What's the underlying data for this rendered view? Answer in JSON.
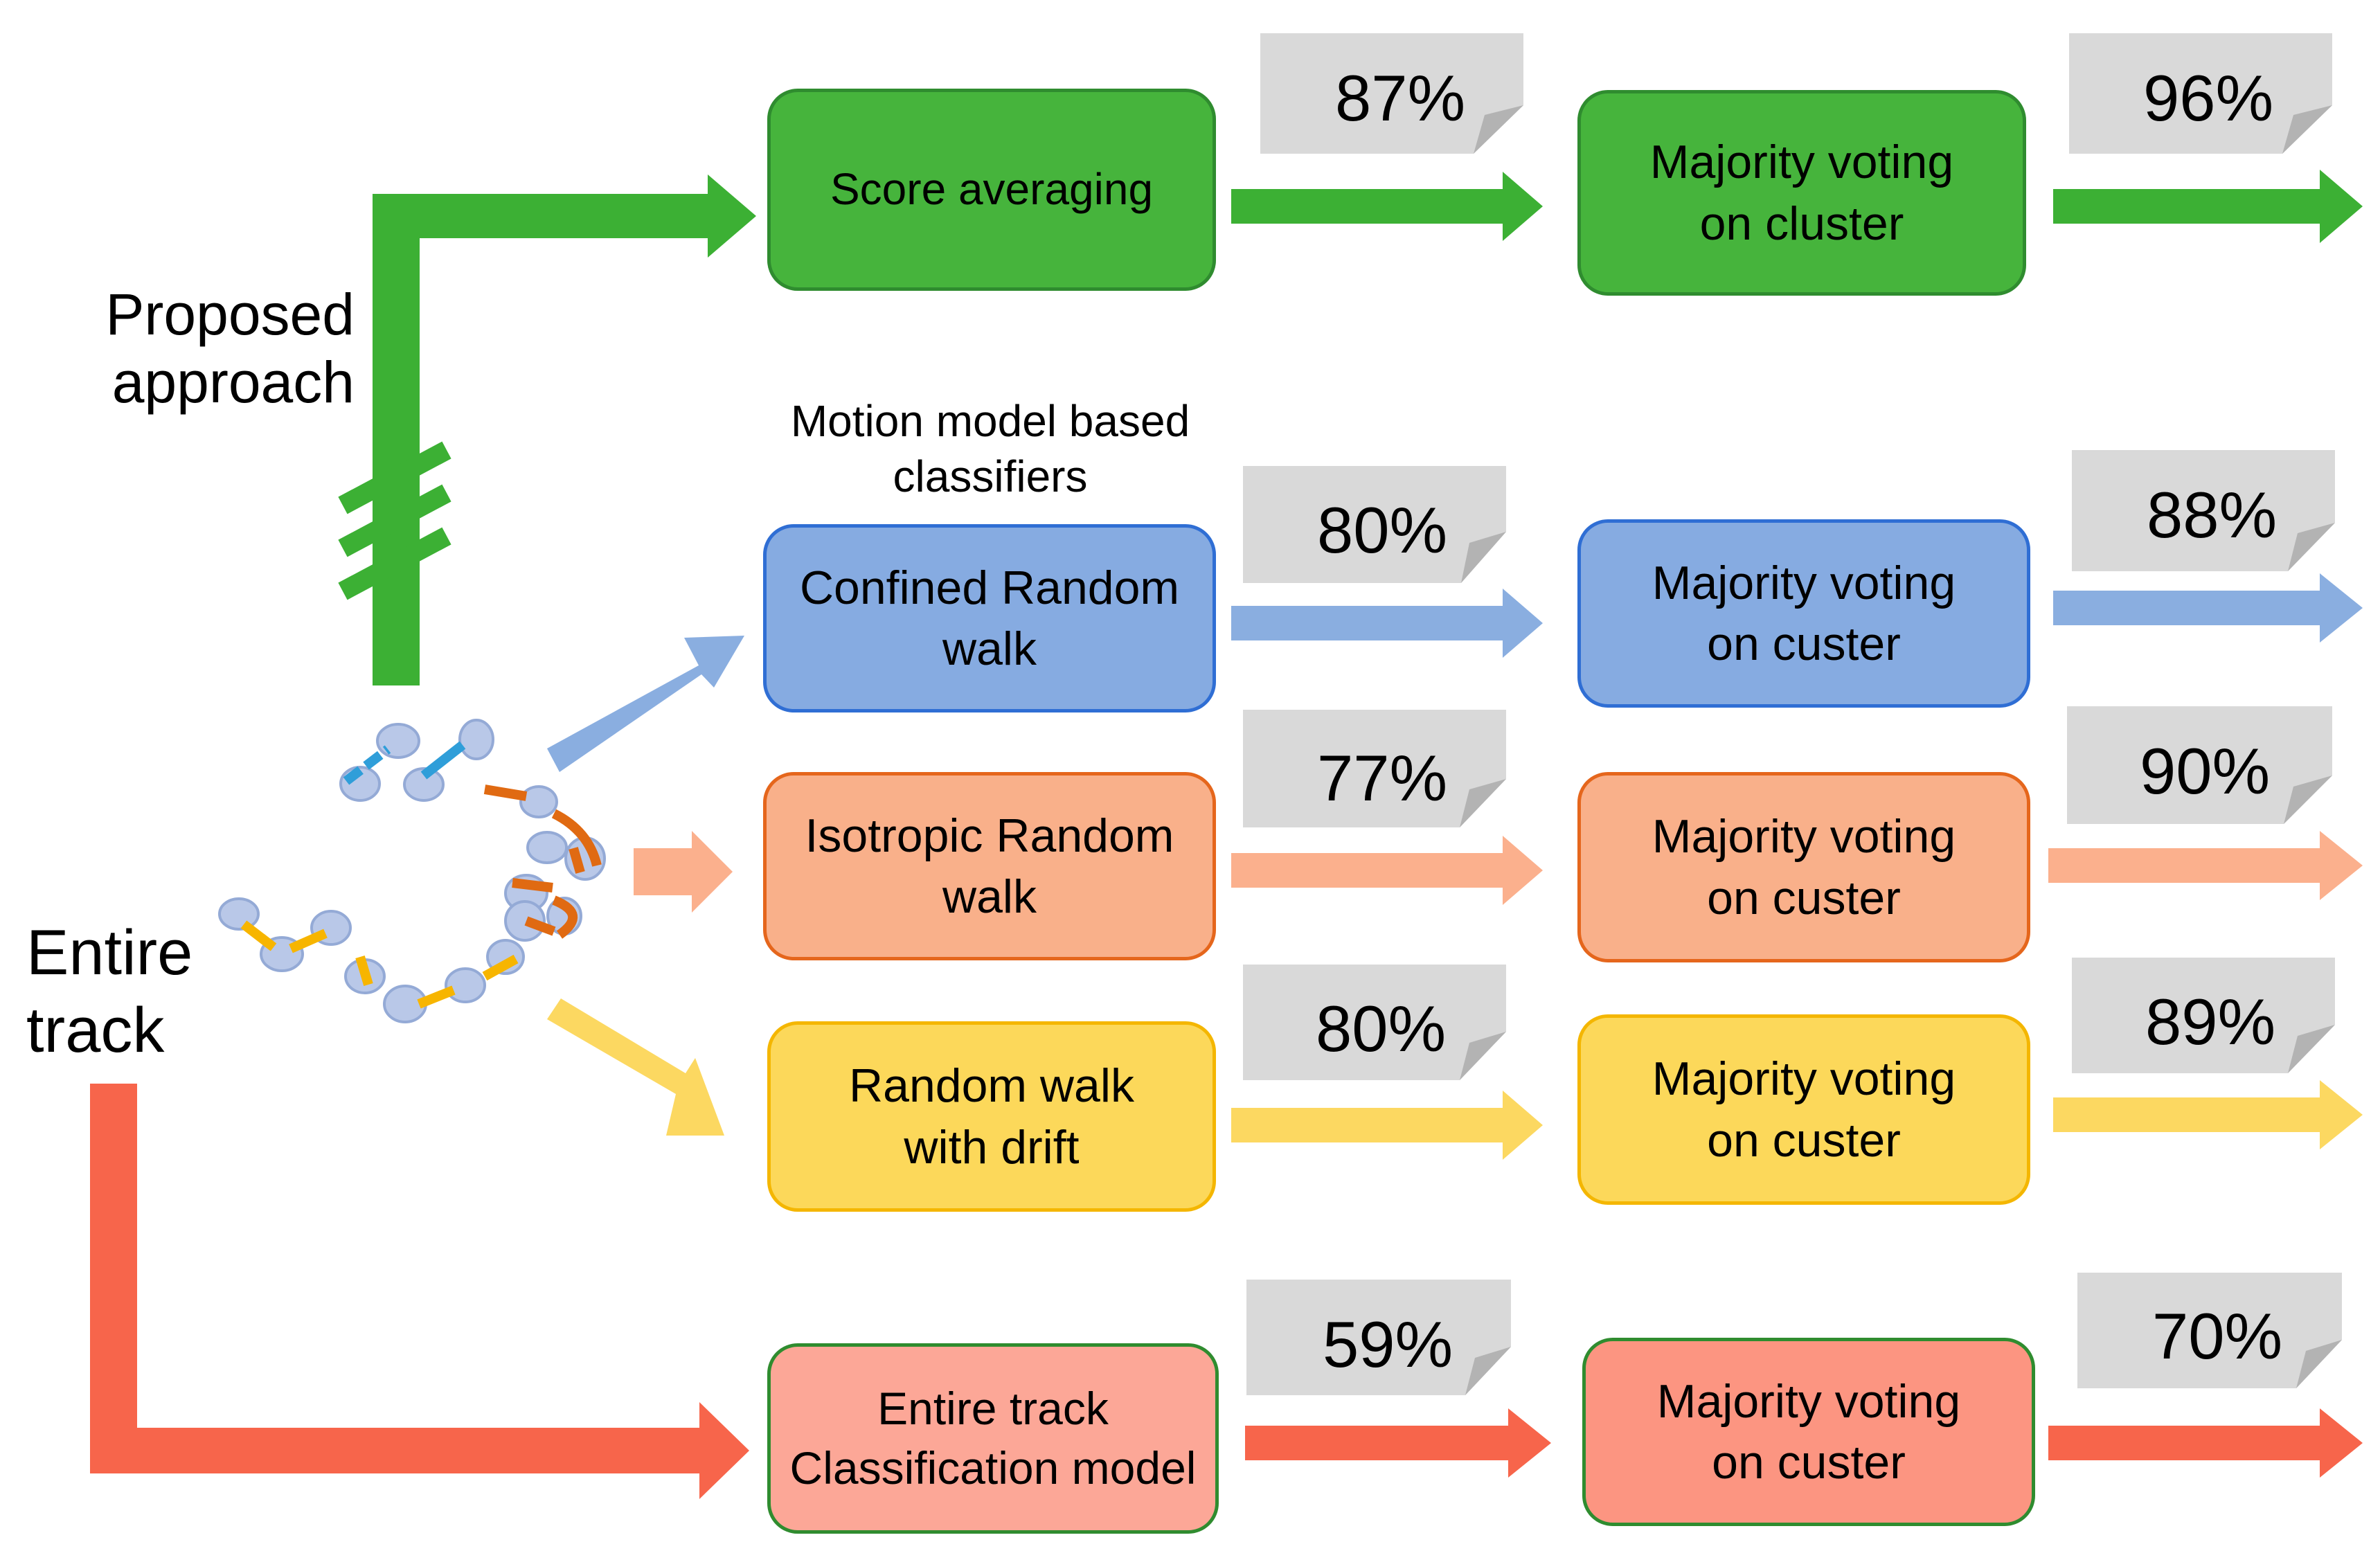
{
  "labels": {
    "proposed": "Proposed\napproach",
    "entire_track": "Entire\ntrack",
    "motion_models": "Motion model based\nclassifiers"
  },
  "colors": {
    "green": "#3cb034",
    "green_fill": "#46b43c",
    "blue": "#8aaee0",
    "blue_fill": "#86abe1",
    "blue_border": "#2f6ed4",
    "orange": "#fbb08d",
    "orange_fill": "#f9b08a",
    "orange_border": "#e5661c",
    "yellow": "#fcd861",
    "yellow_fill": "#fcd85a",
    "yellow_border": "#f4b600",
    "red": "#f7654b",
    "pink_fill": "#fca797",
    "red_fill": "#fc9581",
    "dark_green_border": "#2f8c2f",
    "note_gray": "#d9d9d9"
  },
  "rows": [
    {
      "id": "score-averaging",
      "method": "Score averaging",
      "method_acc": "87%",
      "vote": "Majority voting\non cluster",
      "vote_acc": "96%"
    },
    {
      "id": "confined-random-walk",
      "method": "Confined Random\nwalk",
      "method_acc": "80%",
      "vote": "Majority voting\non custer",
      "vote_acc": "88%"
    },
    {
      "id": "isotropic-random-walk",
      "method": "Isotropic Random\nwalk",
      "method_acc": "77%",
      "vote": "Majority voting\non custer",
      "vote_acc": "90%"
    },
    {
      "id": "random-walk-drift",
      "method": "Random walk\nwith drift",
      "method_acc": "80%",
      "vote": "Majority voting\non custer",
      "vote_acc": "89%"
    },
    {
      "id": "entire-track-model",
      "method": "Entire track\nClassification model",
      "method_acc": "59%",
      "vote": "Majority voting\non custer",
      "vote_acc": "70%"
    }
  ]
}
